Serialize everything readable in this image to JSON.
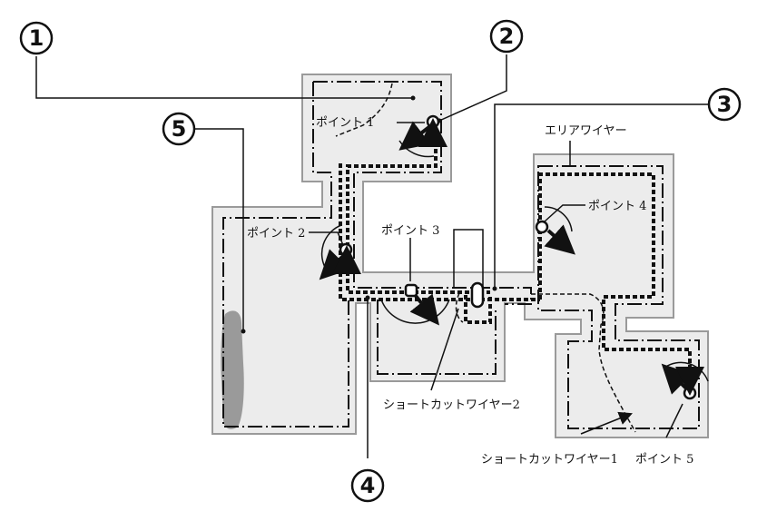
{
  "labels": {
    "area_wire": "エリアワイヤー",
    "point1": "ポイント 1",
    "point2": "ポイント 2",
    "point3": "ポイント 3",
    "point4": "ポイント 4",
    "point5": "ポイント 5",
    "shortcut1": "ショートカットワイヤー1",
    "shortcut2": "ショートカットワイヤー2"
  },
  "callouts": {
    "c1": "1",
    "c2": "2",
    "c3": "3",
    "c4": "4",
    "c5": "5"
  },
  "colors": {
    "zone_fill": "#ececec",
    "zone_border": "#9a9a9a",
    "wire": "#111111",
    "patch": "#9a9a9a"
  }
}
